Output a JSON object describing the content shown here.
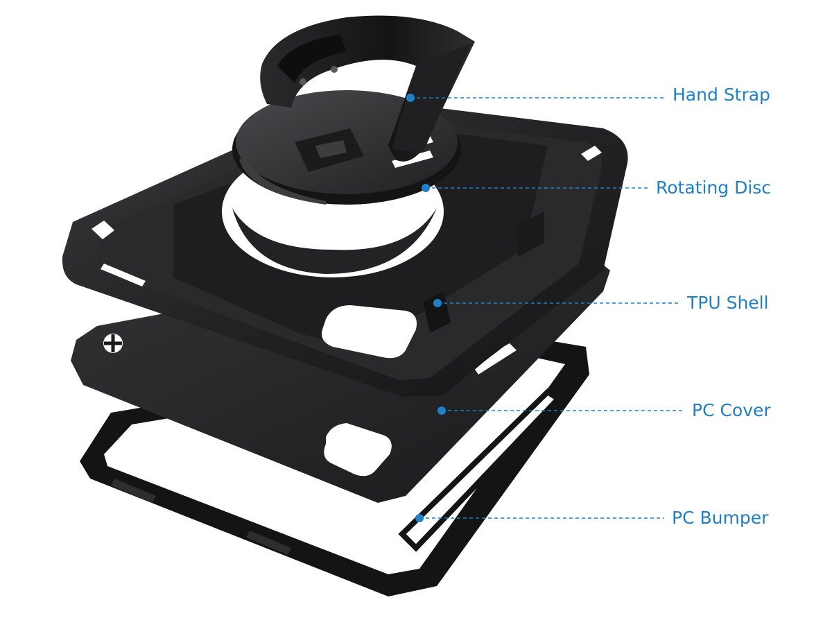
{
  "colors": {
    "accent": "#1f7fc7",
    "case_dark": "#1b1b1c",
    "case_mid": "#2b2b2d",
    "case_light": "#3d3d40",
    "background": "#ffffff"
  },
  "callouts": [
    {
      "id": "hand-strap",
      "label": "Hand Strap"
    },
    {
      "id": "rotating-disc",
      "label": "Rotating Disc"
    },
    {
      "id": "tpu-shell",
      "label": "TPU Shell"
    },
    {
      "id": "pc-cover",
      "label": "PC Cover"
    },
    {
      "id": "pc-bumper",
      "label": "PC Bumper"
    }
  ]
}
